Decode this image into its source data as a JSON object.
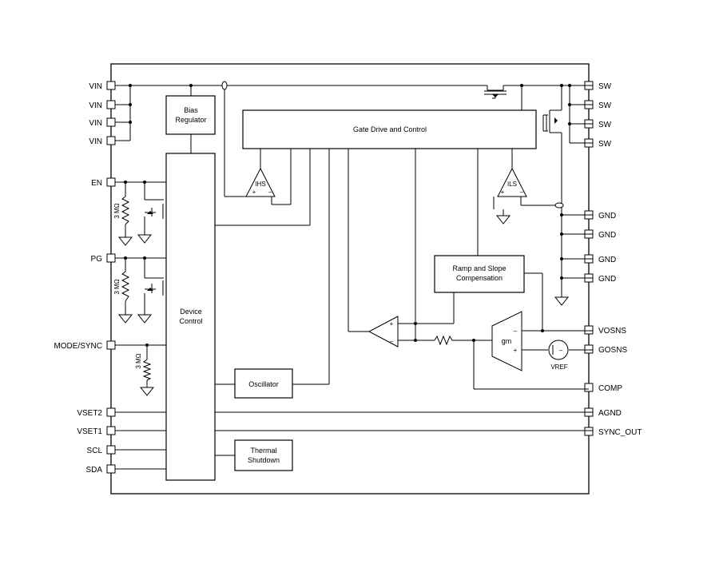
{
  "pins": {
    "left": [
      "VIN",
      "VIN",
      "VIN",
      "VIN",
      "EN",
      "PG",
      "MODE/SYNC",
      "VSET2",
      "VSET1",
      "SCL",
      "SDA"
    ],
    "right": [
      "SW",
      "SW",
      "SW",
      "SW",
      "GND",
      "GND",
      "GND",
      "GND",
      "VOSNS",
      "GOSNS",
      "COMP",
      "AGND",
      "SYNC_OUT"
    ]
  },
  "blocks": {
    "bias_regulator": [
      "Bias",
      "Regulator"
    ],
    "gate_drive": "Gate Drive and Control",
    "device_control": [
      "Device",
      "Control"
    ],
    "oscillator": "Oscillator",
    "thermal_shutdown": [
      "Thermal",
      "Shutdown"
    ],
    "ramp_slope": [
      "Ramp and Slope",
      "Compensation"
    ]
  },
  "symbols": {
    "resistor_en": "3 MΩ",
    "resistor_pg": "3 MΩ",
    "resistor_mode": "3 MΩ",
    "ihs": "IHS",
    "ils": "ILS",
    "gm": "gm",
    "vref": "VREF",
    "plus": "+",
    "minus": "–"
  }
}
